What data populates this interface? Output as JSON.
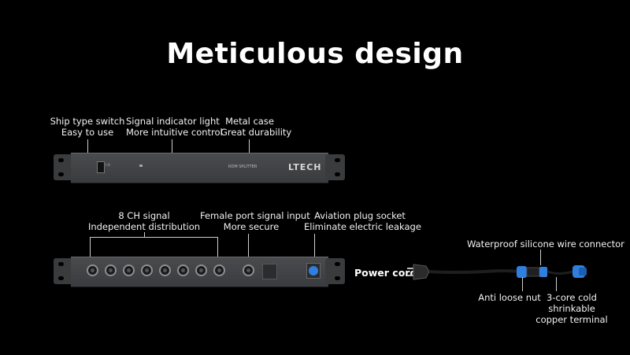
{
  "title": "Meticulous design",
  "front_labels": {
    "switch": [
      "Ship type switch",
      "Easy to use"
    ],
    "indicator": [
      "Signal indicator light",
      "More intuitive control"
    ],
    "case": [
      "Metal case",
      "Great durability"
    ]
  },
  "front_panel": {
    "model_text": "RDM SPLITTER",
    "brand": "LTECH"
  },
  "rear_labels": {
    "signal": [
      "8 CH signal",
      "Independent distribution"
    ],
    "female": [
      "Female port signal input",
      "More secure"
    ],
    "aviation": [
      "Aviation plug socket",
      "Eliminate electric leakage"
    ]
  },
  "cord_labels": {
    "power": "Power cord",
    "connector": "Waterproof silicone wire connector",
    "nut": "Anti loose nut",
    "terminal": [
      "3-core cold",
      "shrinkable",
      "copper terminal"
    ]
  },
  "colors": {
    "background": "#000000",
    "accent": "#2f7fe0",
    "panel": "#424346"
  }
}
